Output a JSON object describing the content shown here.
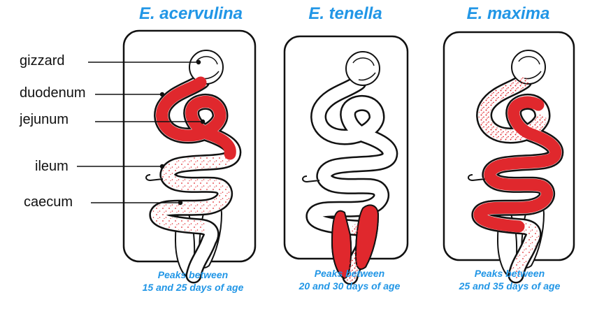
{
  "colors": {
    "title": "#2196e6",
    "infection": "#e0282d",
    "outline": "#111111"
  },
  "labels": {
    "gizzard": "gizzard",
    "duodenum": "duodenum",
    "jejunum": "jejunum",
    "ileum": "ileum",
    "caecum": "caecum"
  },
  "panels": [
    {
      "title": "E. acervulina",
      "caption_line1": "Peaks between",
      "caption_line2": "15 and 25 days of age",
      "infected_regions": [
        "duodenum",
        "jejunum (upper)"
      ]
    },
    {
      "title": "E. tenella",
      "caption_line1": "Peaks between",
      "caption_line2": "20 and 30 days of age",
      "infected_regions": [
        "caecum"
      ]
    },
    {
      "title": "E. maxima",
      "caption_line1": "Peaks between",
      "caption_line2": "25 and 35 days of age",
      "infected_regions": [
        "jejunum",
        "ileum"
      ]
    }
  ]
}
